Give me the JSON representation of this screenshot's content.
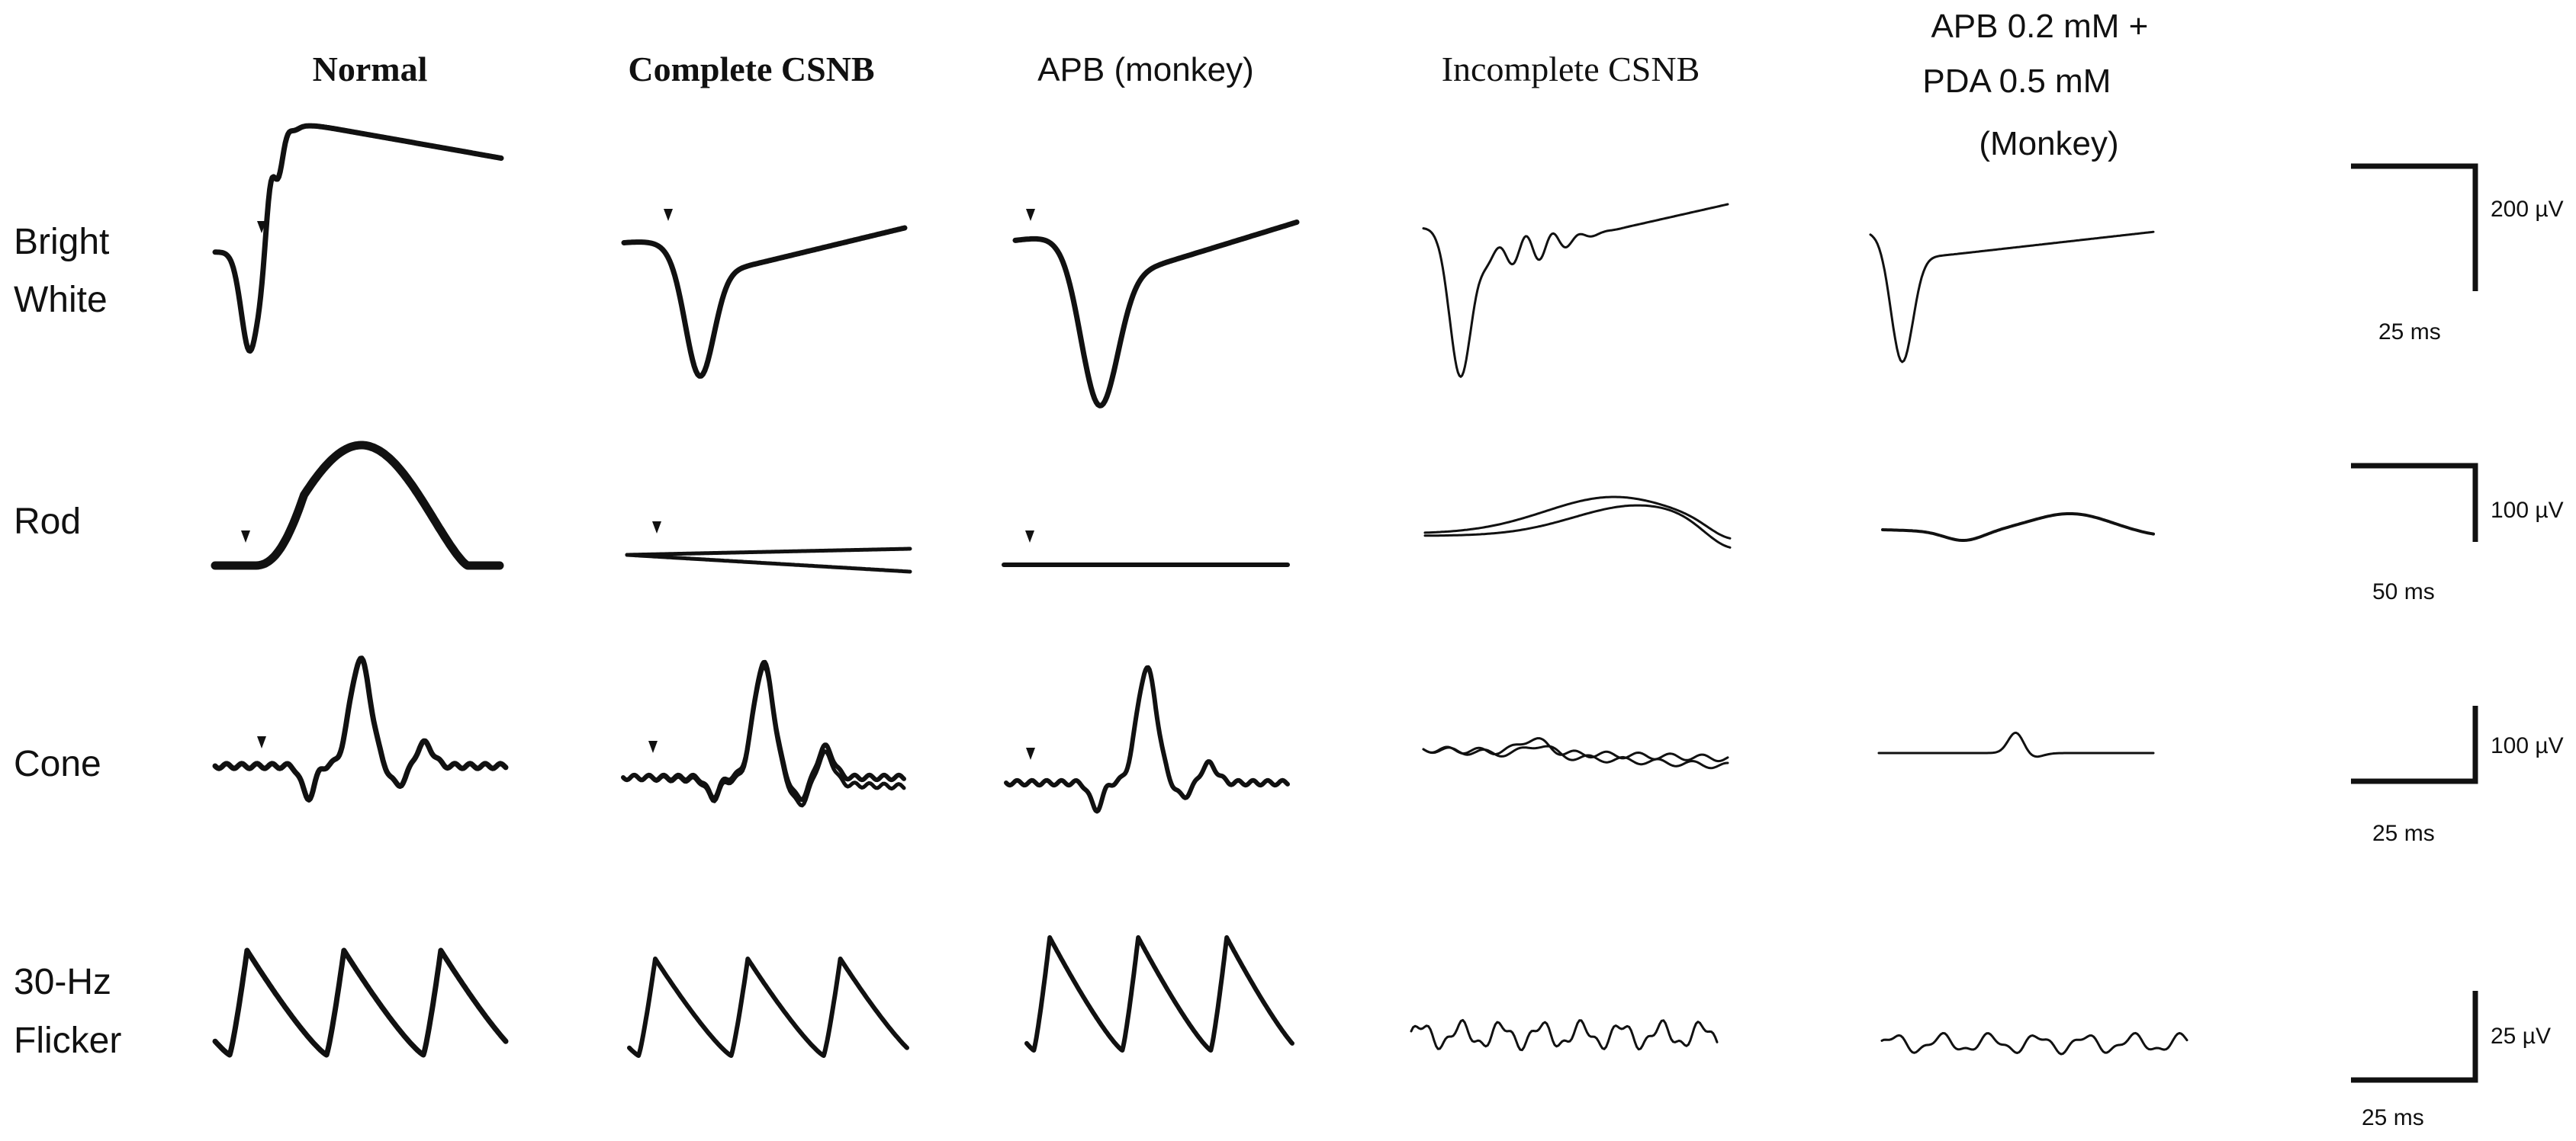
{
  "columns": [
    {
      "key": "normal",
      "lines": [
        "Normal"
      ]
    },
    {
      "key": "complete_csnb",
      "lines": [
        "Complete CSNB"
      ]
    },
    {
      "key": "apb_monkey",
      "lines": [
        "APB (monkey)"
      ]
    },
    {
      "key": "incomplete_csnb",
      "lines": [
        "Incomplete CSNB"
      ]
    },
    {
      "key": "apb_pda_monkey",
      "lines": [
        "APB 0.2 mM +",
        "PDA 0.5 mM",
        "(Monkey)"
      ]
    }
  ],
  "rows": [
    {
      "key": "bright_white",
      "lines": [
        "Bright",
        "White"
      ],
      "amplitude": "200 µV",
      "time": "25 ms"
    },
    {
      "key": "rod",
      "lines": [
        "Rod"
      ],
      "amplitude": "100 µV",
      "time": "50 ms"
    },
    {
      "key": "cone",
      "lines": [
        "Cone"
      ],
      "amplitude": "100 µV",
      "time": "25 ms"
    },
    {
      "key": "flicker_30hz",
      "lines": [
        "30-Hz",
        "Flicker"
      ],
      "amplitude": "25 µV",
      "time": "25 ms"
    }
  ]
}
